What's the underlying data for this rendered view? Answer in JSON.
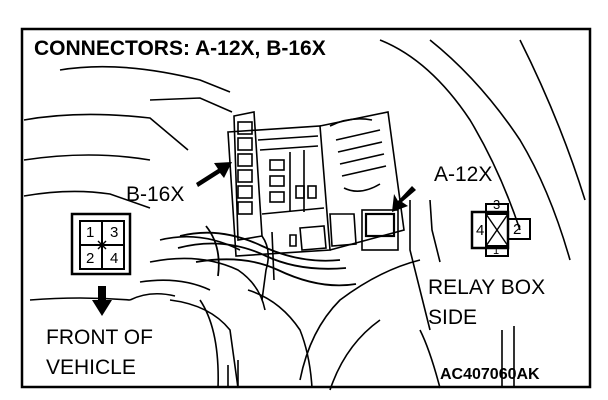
{
  "title": "CONNECTORS: A-12X, B-16X",
  "callouts": {
    "b16x": "B-16X",
    "a12x": "A-12X",
    "front_line1": "FRONT OF",
    "front_line2": "VEHICLE",
    "relay_line1": "RELAY BOX",
    "relay_line2": "SIDE"
  },
  "figure_code": "AC407060AK",
  "connector_b16x_pins": [
    "1",
    "3",
    "2",
    "4"
  ],
  "connector_a12x_pins": [
    "3",
    "4",
    "2",
    "1"
  ]
}
